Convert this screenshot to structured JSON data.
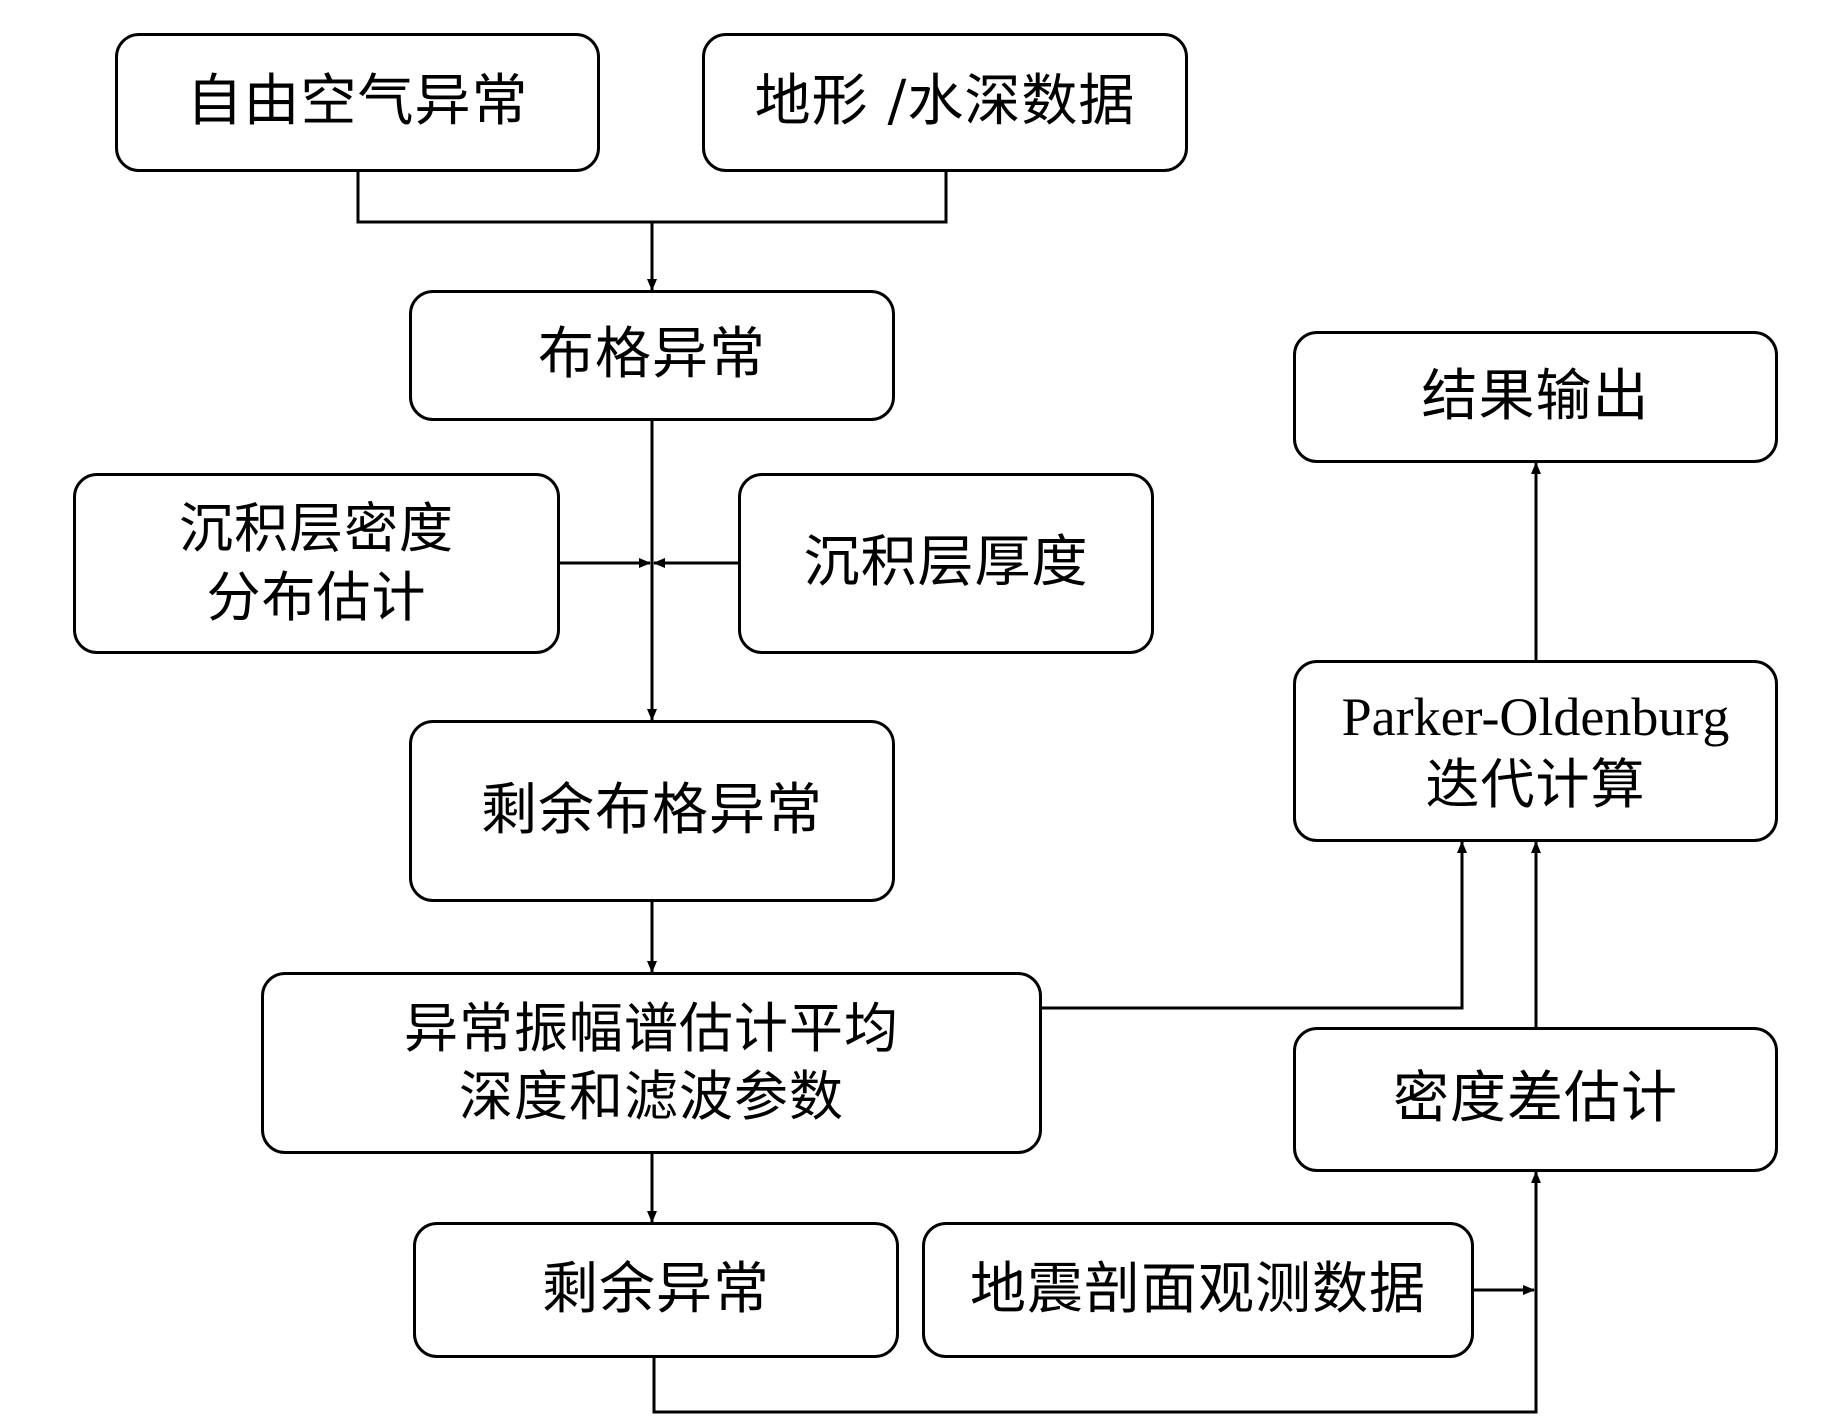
{
  "nodes": {
    "free_air_anomaly": "自由空气异常",
    "topography_bathymetry": "地形 /水深数据",
    "bouguer_anomaly": "布格异常",
    "sediment_density_line1": "沉积层密度",
    "sediment_density_line2": "分布估计",
    "sediment_thickness": "沉积层厚度",
    "residual_bouguer_anomaly": "剩余布格异常",
    "spectrum_estimation_line1": "异常振幅谱估计平均",
    "spectrum_estimation_line2": "深度和滤波参数",
    "residual_anomaly": "剩余异常",
    "seismic_profile_data": "地震剖面观测数据",
    "density_contrast_estimation": "密度差估计",
    "parker_oldenburg_line1": "Parker-Oldenburg",
    "parker_oldenburg_line2": "迭代计算",
    "result_output": "结果输出"
  },
  "colors": {
    "stroke": "#000000",
    "background": "#ffffff"
  }
}
